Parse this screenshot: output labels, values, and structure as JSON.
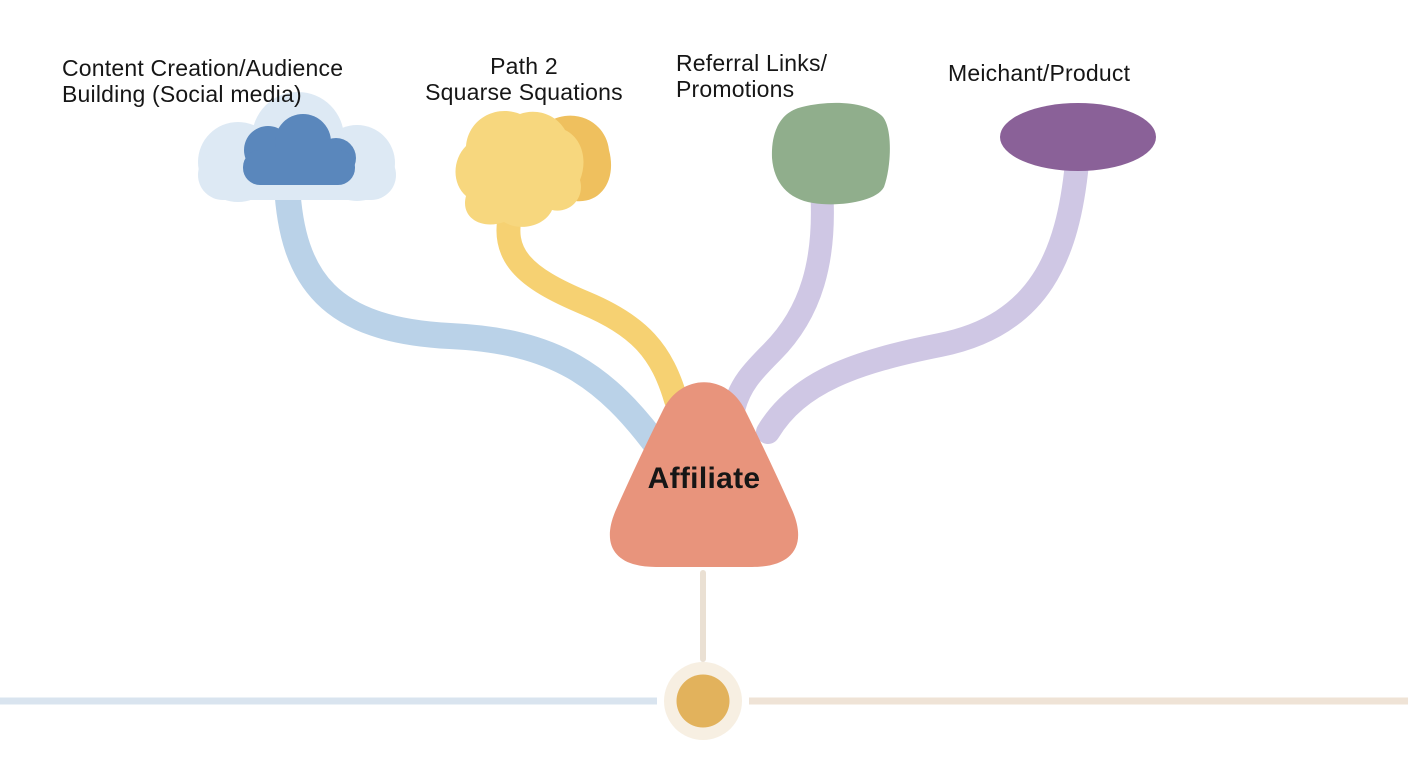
{
  "diagram": {
    "title_implicit": "Affiliate marketing concept map",
    "center": {
      "label": "Affiliate"
    },
    "nodes": [
      {
        "id": "content-creation",
        "shape": "cloud",
        "lines": [
          "Content Creation/Audience",
          "Building (Social media)"
        ]
      },
      {
        "id": "path-2",
        "shape": "blob",
        "lines": [
          "Path 2",
          "Squarse Squations"
        ]
      },
      {
        "id": "referral-links",
        "shape": "rounded-square",
        "lines": [
          "Referral Links/",
          "Promotions"
        ]
      },
      {
        "id": "merchant-product",
        "shape": "ellipse",
        "lines": [
          "Meichant/Product"
        ]
      }
    ]
  },
  "colors": {
    "cloud_back": "#DDE9F4",
    "cloud_front": "#5A87BC",
    "blob_light": "#F7D77E",
    "blob_dark": "#EFC05E",
    "green_shape": "#90AE8C",
    "purple_shape": "#8A6198",
    "triangle": "#E8947C",
    "connector_blue": "#BAD2E8",
    "connector_yellow": "#F6D172",
    "connector_lavender": "#CFC7E4",
    "stem_beige": "#EAE0D3",
    "baseline_left": "#D9E4EF",
    "baseline_right": "#EFE3D6",
    "dot_ring": "#F7EFE2",
    "dot_fill": "#E2B25C",
    "text": "#161616"
  }
}
